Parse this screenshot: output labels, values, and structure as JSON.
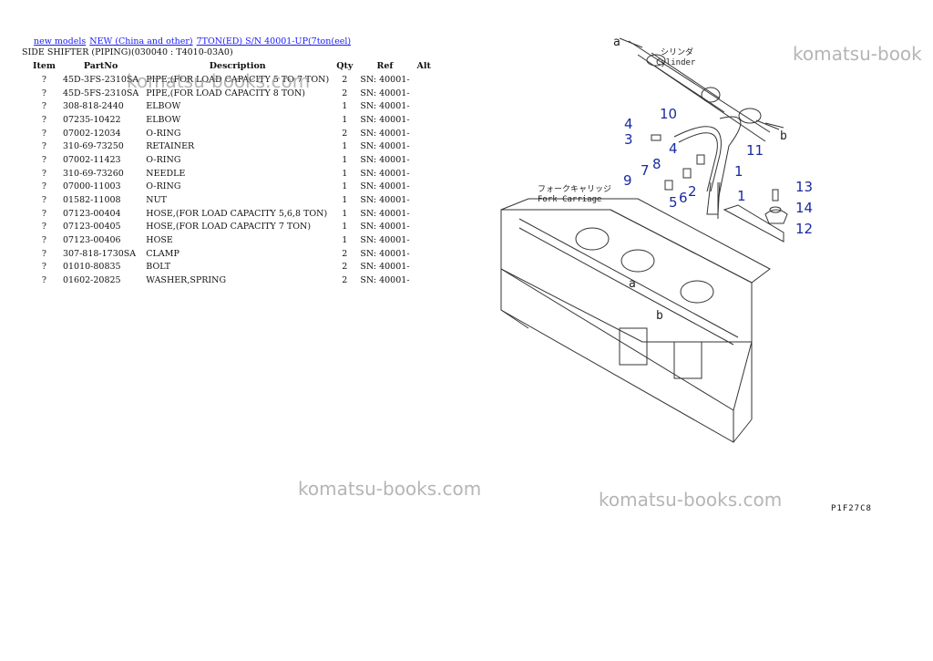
{
  "breadcrumbs": [
    "new models",
    "NEW (China and other)",
    "7TON(ED) S/N 40001-UP(7ton(eel)"
  ],
  "subtitle": "SIDE SHIFTER (PIPING)(030040 : T4010-03A0)",
  "columns": {
    "item": "Item",
    "partno": "PartNo",
    "desc": "Description",
    "qty": "Qty",
    "ref": "Ref",
    "alt": "Alt"
  },
  "rows": [
    {
      "item": "?",
      "partno": "45D-3FS-2310SA",
      "desc": "PIPE,(FOR LOAD CAPACITY 5 TO 7 TON)",
      "qty": "2",
      "ref": "SN: 40001-"
    },
    {
      "item": "?",
      "partno": "45D-5FS-2310SA",
      "desc": "PIPE,(FOR LOAD CAPACITY 8 TON)",
      "qty": "2",
      "ref": "SN: 40001-"
    },
    {
      "item": "?",
      "partno": "308-818-2440",
      "desc": "ELBOW",
      "qty": "1",
      "ref": "SN: 40001-"
    },
    {
      "item": "?",
      "partno": "07235-10422",
      "desc": "ELBOW",
      "qty": "1",
      "ref": "SN: 40001-"
    },
    {
      "item": "?",
      "partno": "07002-12034",
      "desc": "O-RING",
      "qty": "2",
      "ref": "SN: 40001-"
    },
    {
      "item": "?",
      "partno": "310-69-73250",
      "desc": "RETAINER",
      "qty": "1",
      "ref": "SN: 40001-"
    },
    {
      "item": "?",
      "partno": "07002-11423",
      "desc": "O-RING",
      "qty": "1",
      "ref": "SN: 40001-"
    },
    {
      "item": "?",
      "partno": "310-69-73260",
      "desc": "NEEDLE",
      "qty": "1",
      "ref": "SN: 40001-"
    },
    {
      "item": "?",
      "partno": "07000-11003",
      "desc": "O-RING",
      "qty": "1",
      "ref": "SN: 40001-"
    },
    {
      "item": "?",
      "partno": "01582-11008",
      "desc": "NUT",
      "qty": "1",
      "ref": "SN: 40001-"
    },
    {
      "item": "?",
      "partno": "07123-00404",
      "desc": "HOSE,(FOR LOAD CAPACITY 5,6,8 TON)",
      "qty": "1",
      "ref": "SN: 40001-"
    },
    {
      "item": "?",
      "partno": "07123-00405",
      "desc": "HOSE,(FOR LOAD CAPACITY 7 TON)",
      "qty": "1",
      "ref": "SN: 40001-"
    },
    {
      "item": "?",
      "partno": "07123-00406",
      "desc": "HOSE",
      "qty": "1",
      "ref": "SN: 40001-"
    },
    {
      "item": "?",
      "partno": "307-818-1730SA",
      "desc": "CLAMP",
      "qty": "2",
      "ref": "SN: 40001-"
    },
    {
      "item": "?",
      "partno": "01010-80835",
      "desc": "BOLT",
      "qty": "2",
      "ref": "SN: 40001-"
    },
    {
      "item": "?",
      "partno": "01602-20825",
      "desc": "WASHER,SPRING",
      "qty": "2",
      "ref": "SN: 40001-"
    }
  ],
  "watermark": "komatsu-books.com",
  "watermark_top": "komatsu-book",
  "diagram": {
    "cylinder_jp": "シリンダ",
    "cylinder_en": "Cylinder",
    "carriage_jp": "フォークキャリッジ",
    "carriage_en": "Fork Carriage",
    "letters": {
      "a": "a",
      "b": "b"
    },
    "callouts": [
      "1",
      "1",
      "2",
      "3",
      "4",
      "4",
      "5",
      "6",
      "7",
      "8",
      "9",
      "10",
      "11",
      "12",
      "13",
      "14"
    ],
    "code": "P1F27C8"
  }
}
